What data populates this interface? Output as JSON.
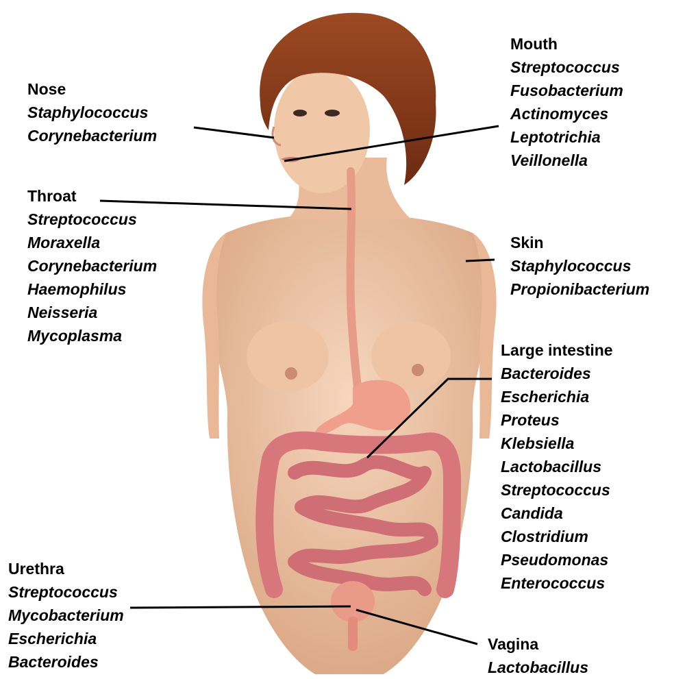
{
  "labels": {
    "nose": {
      "heading": "Nose",
      "organisms": [
        "Staphylococcus",
        "Corynebacterium"
      ]
    },
    "throat": {
      "heading": "Throat",
      "organisms": [
        "Streptococcus",
        "Moraxella",
        "Corynebacterium",
        "Haemophilus",
        "Neisseria",
        "Mycoplasma"
      ]
    },
    "mouth": {
      "heading": "Mouth",
      "organisms": [
        "Streptococcus",
        "Fusobacterium",
        "Actinomyces",
        "Leptotrichia",
        "Veillonella"
      ]
    },
    "skin": {
      "heading": "Skin",
      "organisms": [
        "Staphylococcus",
        "Propionibacterium"
      ]
    },
    "large_intestine": {
      "heading": "Large intestine",
      "organisms": [
        "Bacteroides",
        "Escherichia",
        "Proteus",
        "Klebsiella",
        "Lactobacillus",
        "Streptococcus",
        "Candida",
        "Clostridium",
        "Pseudomonas",
        "Enterococcus"
      ]
    },
    "urethra": {
      "heading": "Urethra",
      "organisms": [
        "Streptococcus",
        "Mycobacterium",
        "Escherichia",
        "Bacteroides"
      ]
    },
    "vagina": {
      "heading": "Vagina",
      "organisms": [
        "Lactobacillus"
      ]
    }
  },
  "colors": {
    "skin": "#f1c7a6",
    "skin_shadow": "#d9a07f",
    "hair": "#8a3a1a",
    "esophagus": "#e89a86",
    "intestine": "#d77a7e",
    "leader_line": "#000000"
  }
}
